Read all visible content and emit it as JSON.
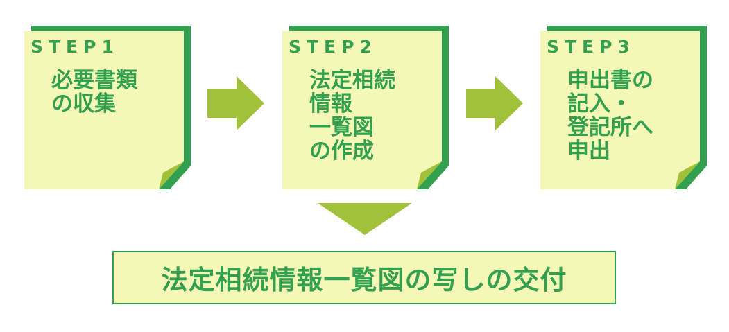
{
  "steps": [
    {
      "label": "STEP1",
      "lines": [
        "必要書類",
        "の収集"
      ]
    },
    {
      "label": "STEP2",
      "lines": [
        "法定相続",
        "情報",
        "一覧図",
        "の作成"
      ]
    },
    {
      "label": "STEP3",
      "lines": [
        "申出書の",
        "記入・",
        "登記所へ",
        "申出"
      ]
    }
  ],
  "result": {
    "text": "法定相続情報一覧図の写しの交付"
  },
  "colors": {
    "note_fill": "#f5f7b6",
    "note_shadow": "#33a04f",
    "text_green": "#33a04f",
    "arrow_green": "#a2c13a",
    "curl_light": "#bfd556"
  }
}
